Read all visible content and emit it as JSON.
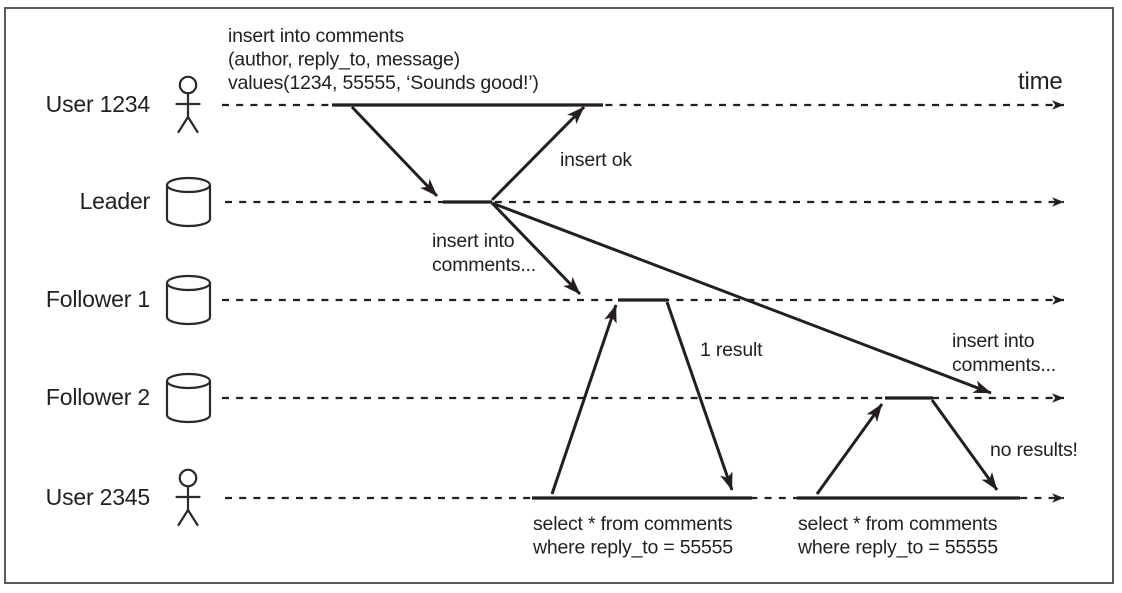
{
  "diagram": {
    "time_label": "time",
    "colors": {
      "ink": "#231f20",
      "border": "#5a5a5a",
      "background": "#ffffff"
    },
    "rows": [
      {
        "label": "User 1234",
        "icon": "person"
      },
      {
        "label": "Leader",
        "icon": "database-cylinder"
      },
      {
        "label": "Follower 1",
        "icon": "database-cylinder"
      },
      {
        "label": "Follower 2",
        "icon": "database-cylinder"
      },
      {
        "label": "User 2345",
        "icon": "person"
      }
    ],
    "annotations": {
      "insert_query": {
        "line1": "insert into comments",
        "line2": "(author, reply_to, message)",
        "line3": "values(1234, 55555, ‘Sounds good!’)"
      },
      "insert_ok": "insert ok",
      "replicate_to_follower1": {
        "line1": "insert into",
        "line2": "comments..."
      },
      "one_result": "1 result",
      "replicate_to_follower2": {
        "line1": "insert into",
        "line2": "comments..."
      },
      "no_results": "no results!",
      "select_query_first": {
        "line1": "select * from comments",
        "line2": "where reply_to = 55555"
      },
      "select_query_second": {
        "line1": "select * from comments",
        "line2": "where reply_to = 55555"
      }
    }
  }
}
